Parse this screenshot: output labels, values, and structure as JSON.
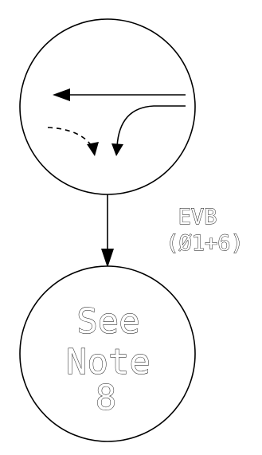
{
  "transition": {
    "line1": "EVB",
    "line2": "(Ø1+6)"
  },
  "note": {
    "line1": "See",
    "line2": "Note",
    "line3": "8"
  },
  "colors": {
    "stroke": "#000000",
    "background": "#ffffff"
  }
}
